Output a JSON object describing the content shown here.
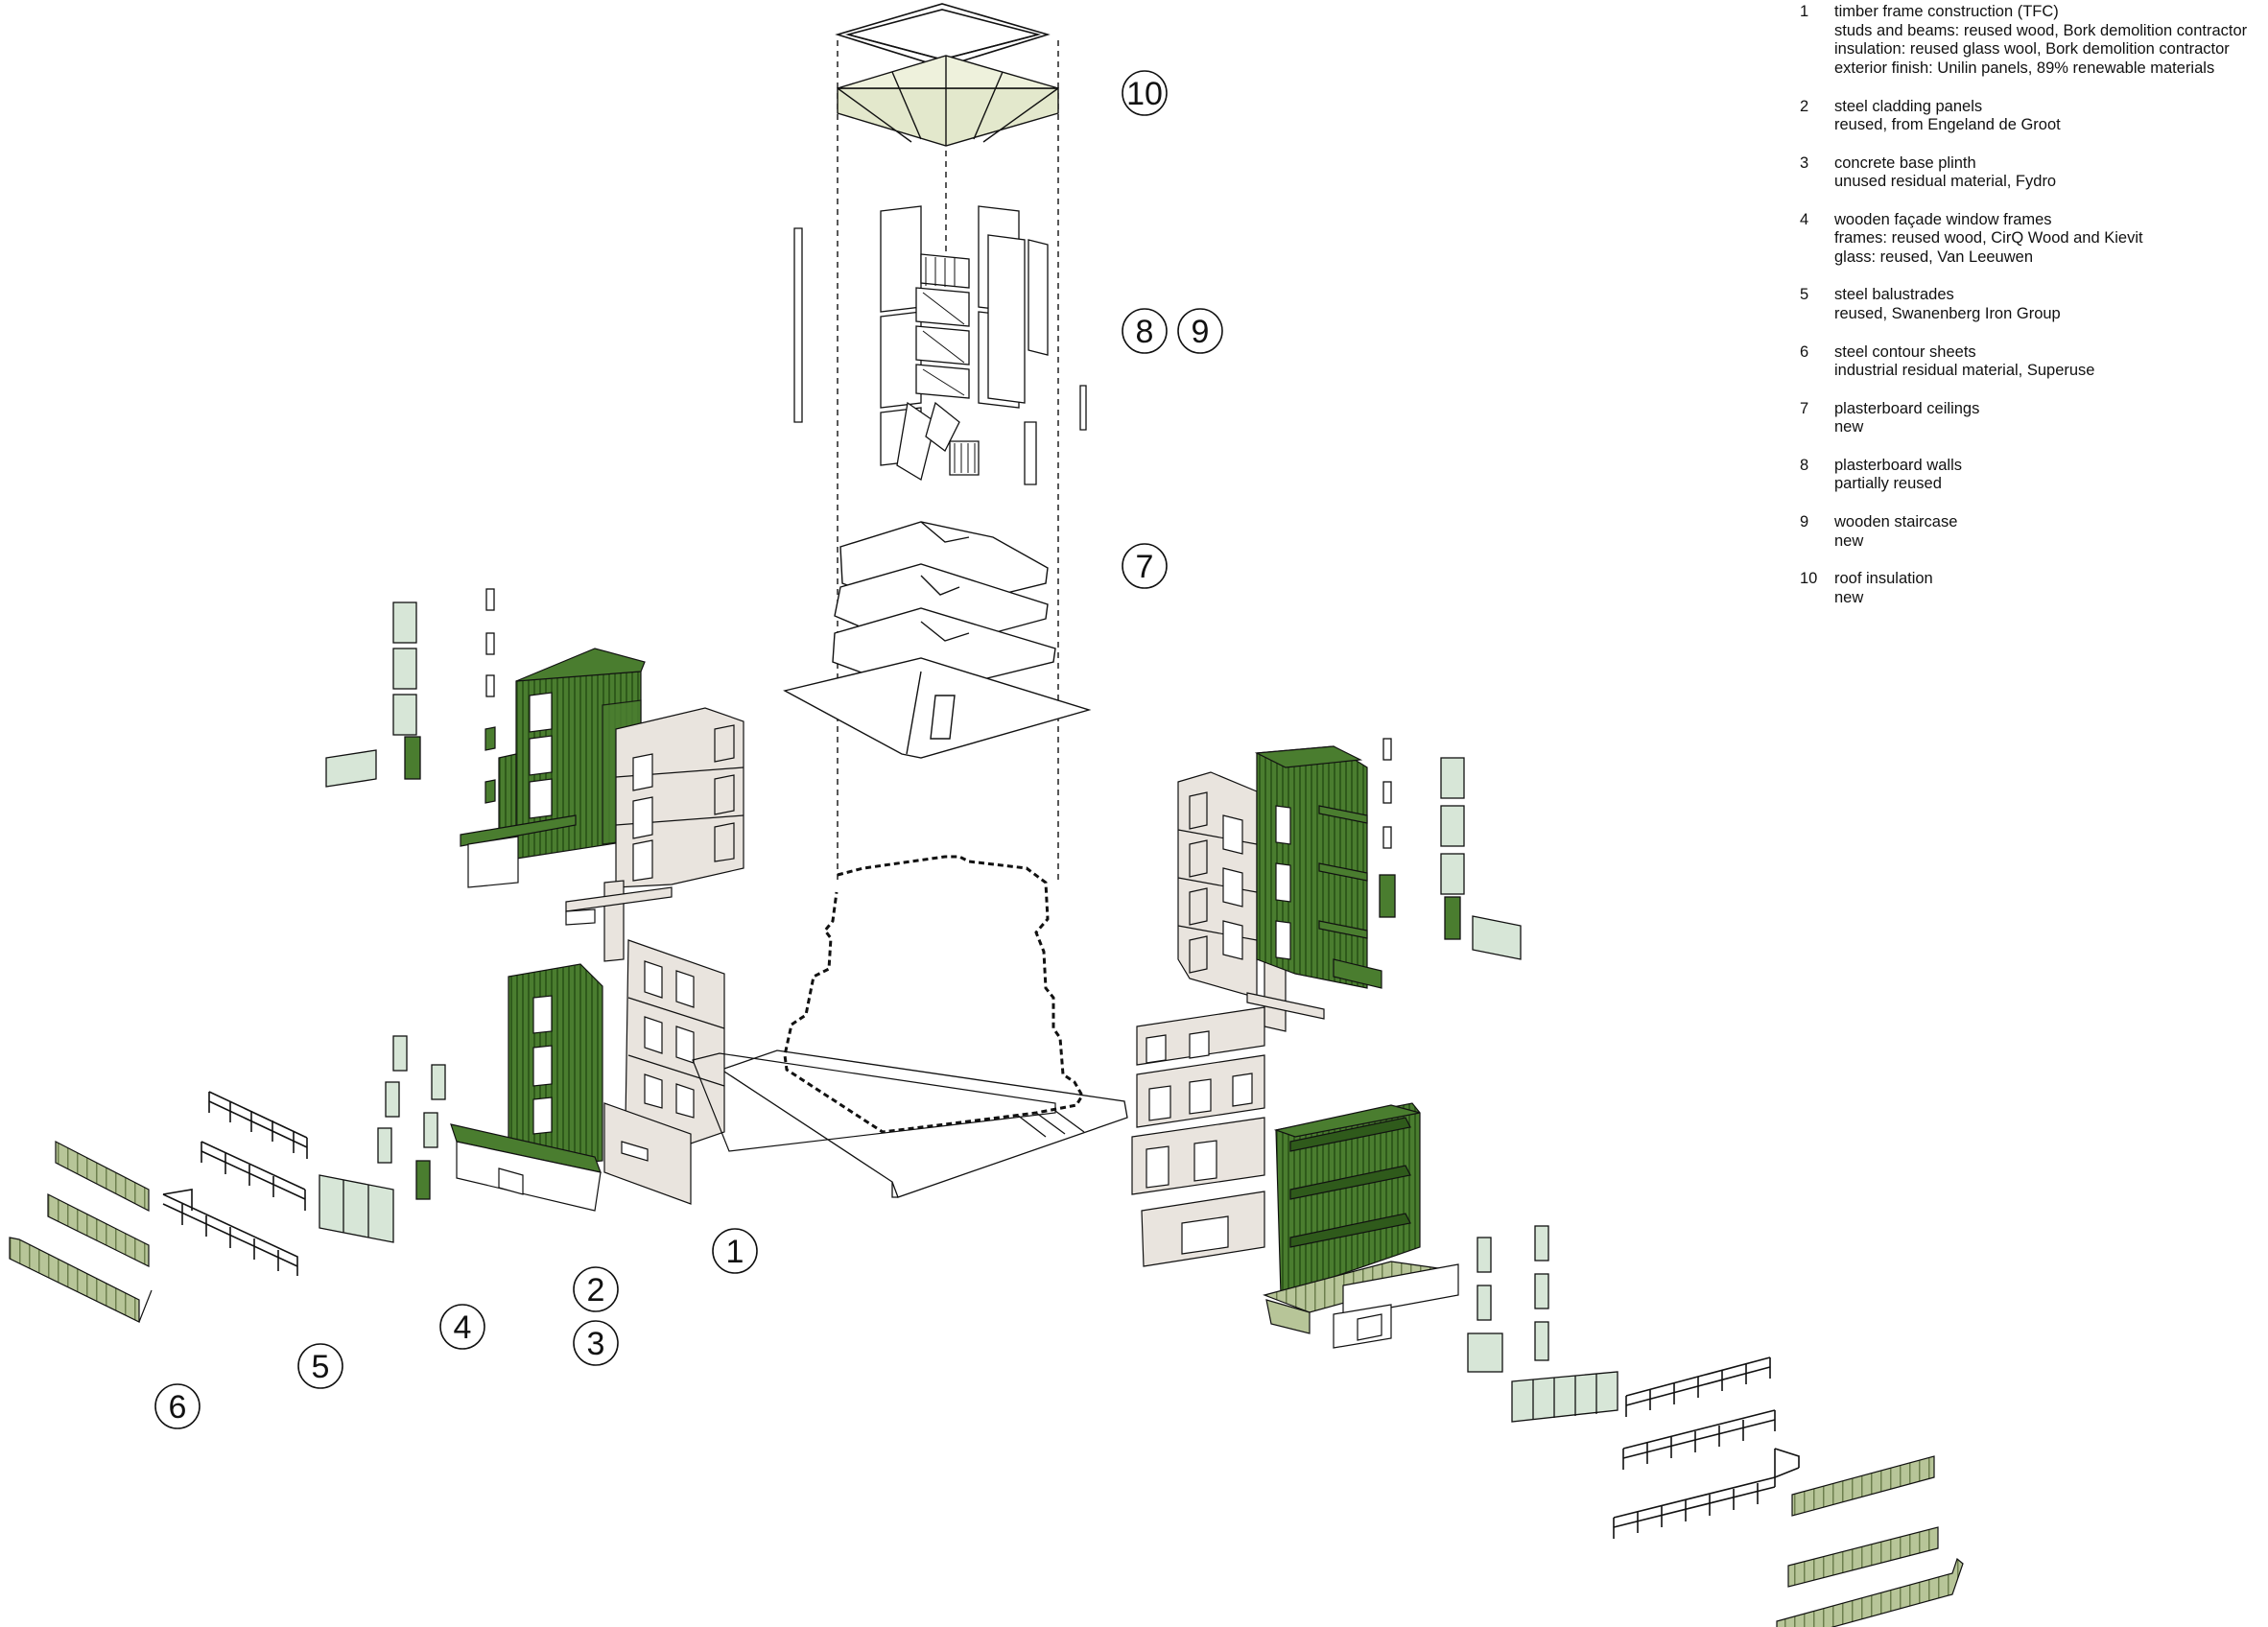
{
  "colors": {
    "facade_green": "#4a7d2f",
    "panel_green_light": "#b7c598",
    "roof_insulation": "#e3e8cc",
    "plaster": "#e9e4de",
    "line": "#111111",
    "background": "#ffffff"
  },
  "callouts": [
    "10",
    "8",
    "9",
    "7",
    "1",
    "2",
    "3",
    "4",
    "5",
    "6"
  ],
  "legend": [
    {
      "num": "1",
      "lines": [
        "timber frame construction (TFC)",
        "studs and beams: reused wood, Bork demolition contractor",
        "insulation: reused glass wool, Bork demolition contractor",
        "exterior finish: Unilin panels, 89% renewable materials"
      ]
    },
    {
      "num": "2",
      "lines": [
        "steel cladding panels",
        "reused, from Engeland de Groot"
      ]
    },
    {
      "num": "3",
      "lines": [
        "concrete base plinth",
        "unused residual material, Fydro"
      ]
    },
    {
      "num": "4",
      "lines": [
        "wooden façade window frames",
        "frames: reused wood, CirQ Wood and Kievit",
        "glass: reused, Van Leeuwen"
      ]
    },
    {
      "num": "5",
      "lines": [
        "steel balustrades",
        "reused, Swanenberg Iron Group"
      ]
    },
    {
      "num": "6",
      "lines": [
        "steel contour sheets",
        "industrial residual material, Superuse"
      ]
    },
    {
      "num": "7",
      "lines": [
        "plasterboard ceilings",
        "new"
      ]
    },
    {
      "num": "8",
      "lines": [
        "plasterboard walls",
        "partially reused"
      ]
    },
    {
      "num": "9",
      "lines": [
        "wooden staircase",
        "new"
      ]
    },
    {
      "num": "10",
      "lines": [
        "roof insulation",
        "new"
      ]
    }
  ]
}
